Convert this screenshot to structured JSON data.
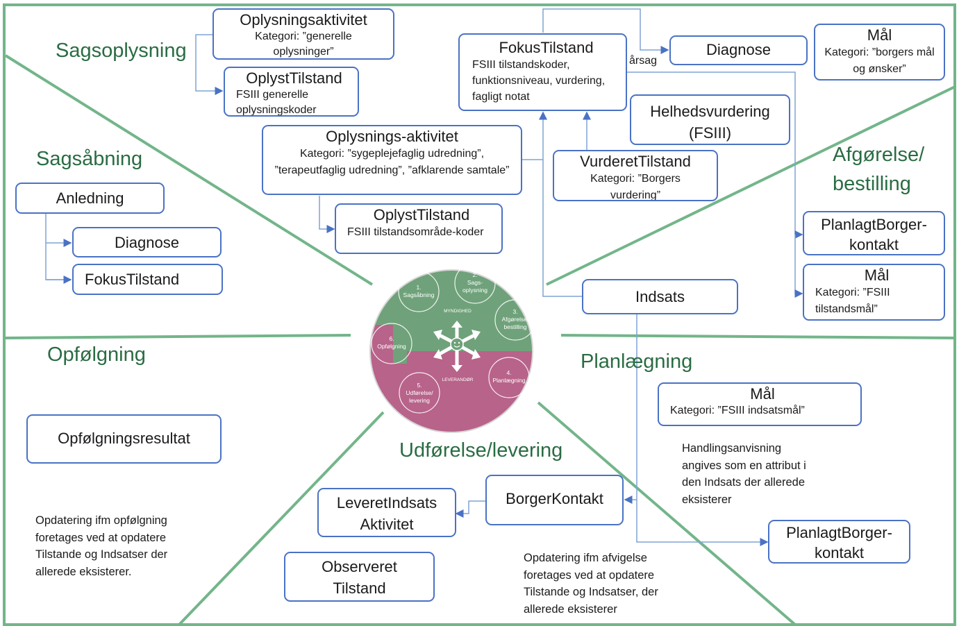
{
  "headings": {
    "sagsoplysning": "Sagsoplysning",
    "sagsaabning": "Sagsåbning",
    "afgorelse_line1": "Afgørelse/",
    "afgorelse_line2": "bestilling",
    "opfolgning": "Opfølgning",
    "planlaegning": "Planlægning",
    "udforelse": "Udførelse/levering"
  },
  "boxes": {
    "oplysningsaktivitet1": {
      "title": "Oplysningsaktivitet",
      "sub": "Kategori: ”generelle oplysninger”"
    },
    "oplysttilstand1": {
      "title": "OplystTilstand",
      "sub": "FSIII generelle oplysningskoder"
    },
    "fokustilstand_top": {
      "title": "FokusTilstand",
      "sub": "FSIII tilstandskoder, funktionsniveau, vurdering, fagligt notat"
    },
    "diagnose_top": {
      "title": "Diagnose"
    },
    "maal_top": {
      "title": "Mål",
      "sub": "Kategori: ”borgers mål og ønsker”"
    },
    "helhedsvurdering": {
      "line1": "Helhedsvurdering",
      "line2": "(FSIII)"
    },
    "vurderettilstand": {
      "title": "VurderetTilstand",
      "sub": "Kategori: ”Borgers vurdering”"
    },
    "oplysningsaktivitet2": {
      "title": "Oplysnings-aktivitet",
      "sub": "Kategori: ”sygeplejefaglig udredning”, ”terapeutfaglig udredning”, ”afklarende samtale”"
    },
    "oplysttilstand2": {
      "title": "OplystTilstand",
      "sub": "FSIII tilstandsområde-koder"
    },
    "anledning": {
      "title": "Anledning"
    },
    "diagnose_left": {
      "title": "Diagnose"
    },
    "fokustilstand_left": {
      "title": "FokusTilstand"
    },
    "planlagt1": {
      "line1": "PlanlagtBorger-",
      "line2": "kontakt"
    },
    "maal_right": {
      "title": "Mål",
      "sub": "Kategori: ”FSIII tilstandsmål”"
    },
    "indsats": {
      "title": "Indsats"
    },
    "maal_plan": {
      "title": "Mål",
      "sub": "Kategori: ”FSIII indsatsmål”"
    },
    "planlagt2": {
      "line1": "PlanlagtBorger-",
      "line2": "kontakt"
    },
    "opfolgningsresultat": {
      "title": "Opfølgningsresultat"
    },
    "borgerkontakt": {
      "title": "BorgerKontakt"
    },
    "leveretindsats": {
      "line1": "LeveretIndsats",
      "line2": "Aktivitet"
    },
    "observeret": {
      "line1": "Observeret",
      "line2": "Tilstand"
    }
  },
  "labels": {
    "aarsag": "årsag"
  },
  "notes": {
    "handlingsanvisning": "Handlingsanvisning angives som en attribut i den Indsats der allerede eksisterer",
    "opfolgning": "Opdatering ifm opfølgning foretages ved at opdatere Tilstande og Indsatser der allerede eksisterer.",
    "afvigelse": "Opdatering ifm afvigelse foretages ved at opdatere Tilstande og Indsatser, der allerede eksisterer"
  },
  "wheel": {
    "myndighed": "MYNDIGHED",
    "leverandor": "LEVERANDØR",
    "steps": [
      {
        "num": "1.",
        "l1": "Sagsåbning",
        "l2": ""
      },
      {
        "num": "2.",
        "l1": "Sags-",
        "l2": "oplysning"
      },
      {
        "num": "3.",
        "l1": "Afgørelse/",
        "l2": "bestilling"
      },
      {
        "num": "4.",
        "l1": "Planlægning",
        "l2": ""
      },
      {
        "num": "5.",
        "l1": "Udførelse/",
        "l2": "levering"
      },
      {
        "num": "6.",
        "l1": "Opfølgning",
        "l2": ""
      }
    ]
  },
  "colors": {
    "frame": "#73b58a",
    "heading": "#2a6c43",
    "box_border": "#4a72c4",
    "connector": "#7ea3d4",
    "wheel_top": "#6fa27a",
    "wheel_bottom": "#b8638a"
  }
}
